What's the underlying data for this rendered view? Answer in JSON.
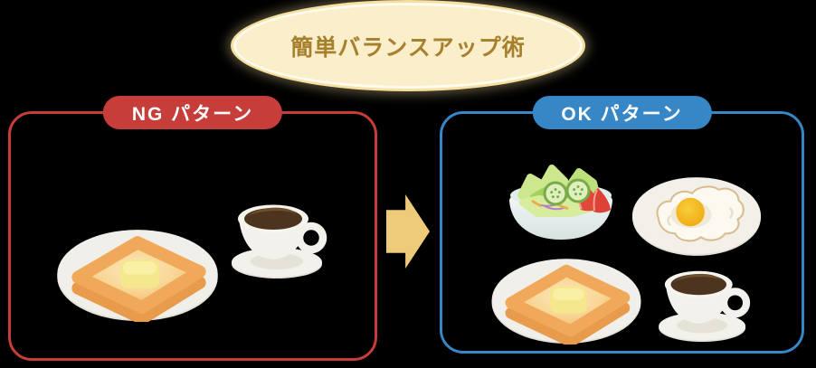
{
  "title": {
    "text": "簡単バランスアップ術"
  },
  "colors": {
    "background": "#000000",
    "bubble_fill": "#FBEECB",
    "bubble_text": "#A6802D",
    "ng_red": "#C63D39",
    "ok_blue": "#3787C7",
    "arrow_yellow": "#EECA7B"
  },
  "panels": {
    "ng": {
      "label": "NG パターン",
      "items": [
        {
          "icon": "buttered-toast-icon"
        },
        {
          "icon": "coffee-cup-icon"
        }
      ]
    },
    "ok": {
      "label": "OK パターン",
      "items": [
        {
          "icon": "salad-bowl-icon"
        },
        {
          "icon": "fried-egg-icon"
        },
        {
          "icon": "buttered-toast-icon"
        },
        {
          "icon": "coffee-cup-icon"
        }
      ]
    }
  },
  "arrow": {
    "icon": "right-arrow-icon"
  }
}
